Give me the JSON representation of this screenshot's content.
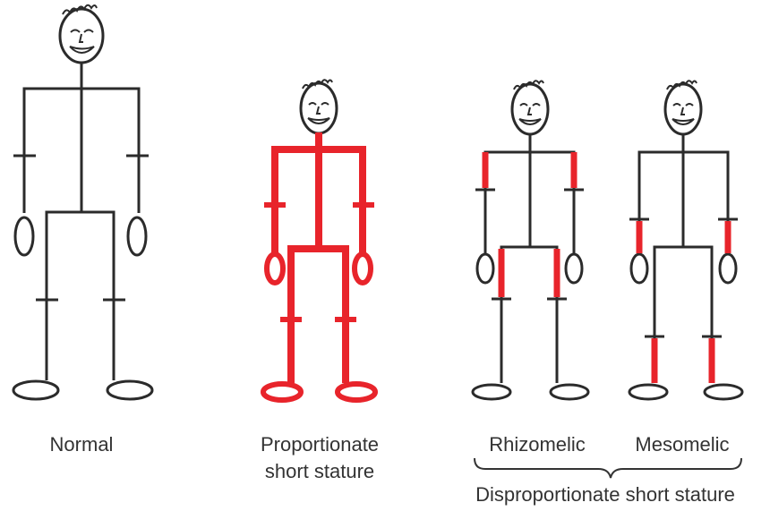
{
  "colors": {
    "line": "#2b2b2b",
    "highlight": "#e8242b"
  },
  "figures": [
    {
      "label_line1": "Normal",
      "label_line2": ""
    },
    {
      "label_line1": "Proportionate",
      "label_line2": "short stature"
    },
    {
      "label_line1": "Rhizomelic",
      "label_line2": ""
    },
    {
      "label_line1": "Mesomelic",
      "label_line2": ""
    }
  ],
  "group_label": "Disproportionate short stature"
}
